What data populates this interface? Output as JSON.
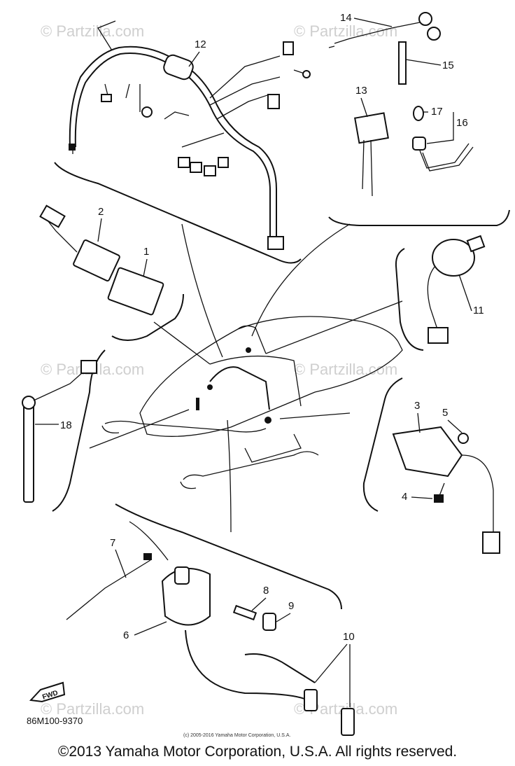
{
  "watermark": "© Partzilla.com",
  "diagram_code": "86M100-9370",
  "fwd_label": "FWD",
  "small_copyright": "(c) 2005-2016 Yamaha Motor Corporation, U.S.A.",
  "footer_copyright": "©2013 Yamaha Motor Corporation, U.S.A. All rights reserved.",
  "callouts": {
    "c1": "1",
    "c2": "2",
    "c3": "3",
    "c4": "4",
    "c5": "5",
    "c6": "6",
    "c7": "7",
    "c8": "8",
    "c9": "9",
    "c10": "10",
    "c11": "11",
    "c12": "12",
    "c13": "13",
    "c14": "14",
    "c15": "15",
    "c16": "16",
    "c17": "17",
    "c18": "18"
  }
}
